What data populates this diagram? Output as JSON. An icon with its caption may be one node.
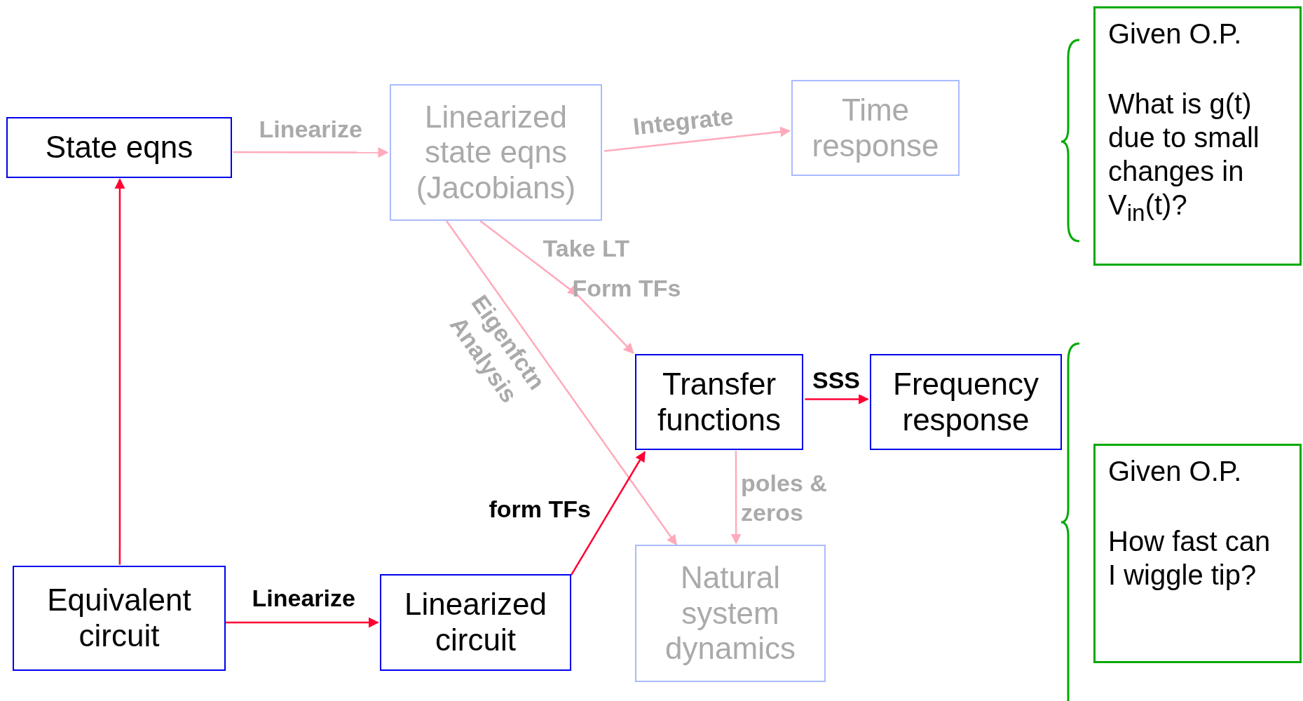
{
  "diagram": {
    "nodes": [
      {
        "text": [
          "State eqns"
        ]
      },
      {
        "text": [
          "Linearized state eqns (Jacobians)"
        ]
      },
      {
        "text": [
          "Time response"
        ]
      },
      {
        "text": [
          "Transfer functions"
        ]
      },
      {
        "text": [
          "Frequency response"
        ]
      },
      {
        "text": [
          "Equivalent circuit"
        ]
      },
      {
        "text": [
          "Linearized circuit"
        ]
      },
      {
        "text": [
          "Natural system dynamics"
        ]
      },
      {
        "text": [
          "Given O.P.",
          "What is g(t) due to small changes in V$_{in}$(t)?"
        ]
      },
      {
        "text": [
          "Given O.P.",
          "How fast can I wiggle tip?"
        ]
      }
    ],
    "edges": [
      {
        "from": 0,
        "to": 1,
        "arrow": "to",
        "label": "Linearize"
      },
      {
        "from": 1,
        "to": 2,
        "arrow": "to",
        "label": "Integrate"
      },
      {
        "from": 1,
        "to": 3,
        "arrow": "to",
        "label": "Take LT"
      },
      {
        "from": 1,
        "to": 7,
        "arrow": "to",
        "label": "Eigenfctn Analysis"
      },
      {
        "from": 3,
        "to": 4,
        "arrow": "to",
        "label": "SSS",
        "color": "#ff0033"
      },
      {
        "from": 3,
        "to": 7,
        "arrow": "to",
        "label": "poles & zeros"
      },
      {
        "from": 5,
        "to": 0,
        "arrow": "to",
        "color": "#ff0033"
      },
      {
        "from": 5,
        "to": 6,
        "arrow": "to",
        "label": "Linearize",
        "color": "#ff0033"
      },
      {
        "from": 6,
        "to": 3,
        "arrow": "to",
        "label": "form TFs",
        "color": "#ff0033"
      }
    ],
    "labels": [
      "Form TFs"
    ]
  }
}
